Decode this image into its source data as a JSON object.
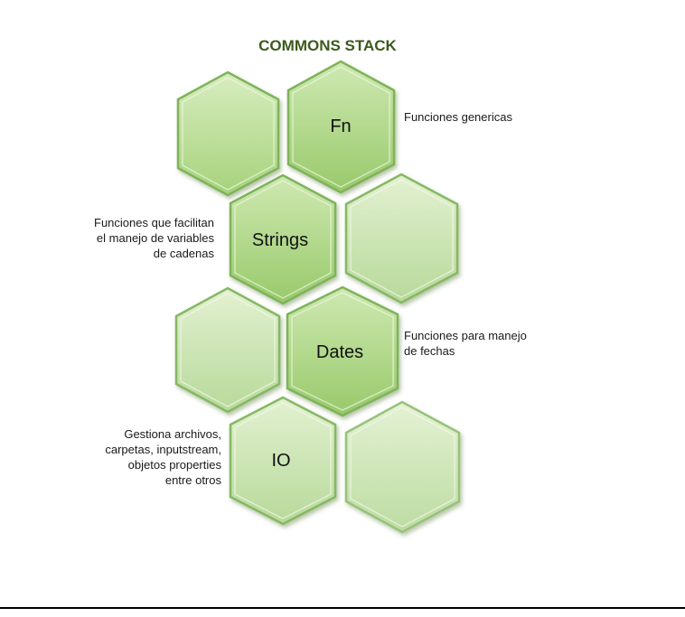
{
  "diagram": {
    "title": "COMMONS STACK",
    "hexagons": [
      {
        "label": ""
      },
      {
        "label": "Fn"
      },
      {
        "label": "Strings"
      },
      {
        "label": ""
      },
      {
        "label": ""
      },
      {
        "label": "Dates"
      },
      {
        "label": "IO"
      },
      {
        "label": ""
      }
    ],
    "descriptions": {
      "fn": "Funciones genericas",
      "strings": "Funciones que facilitan\nel  manejo de variables\nde cadenas",
      "dates": "Funciones para manejo\nde fechas",
      "io": "Gestiona archivos,\ncarpetas, inputstream,\nobjetos properties\nentre otros"
    },
    "colors": {
      "title": "#3b5a1c",
      "hex_fill_light": "#d4ebb8",
      "hex_fill_dark": "#a6d47c",
      "hex_edge": "#7fb35a"
    }
  }
}
